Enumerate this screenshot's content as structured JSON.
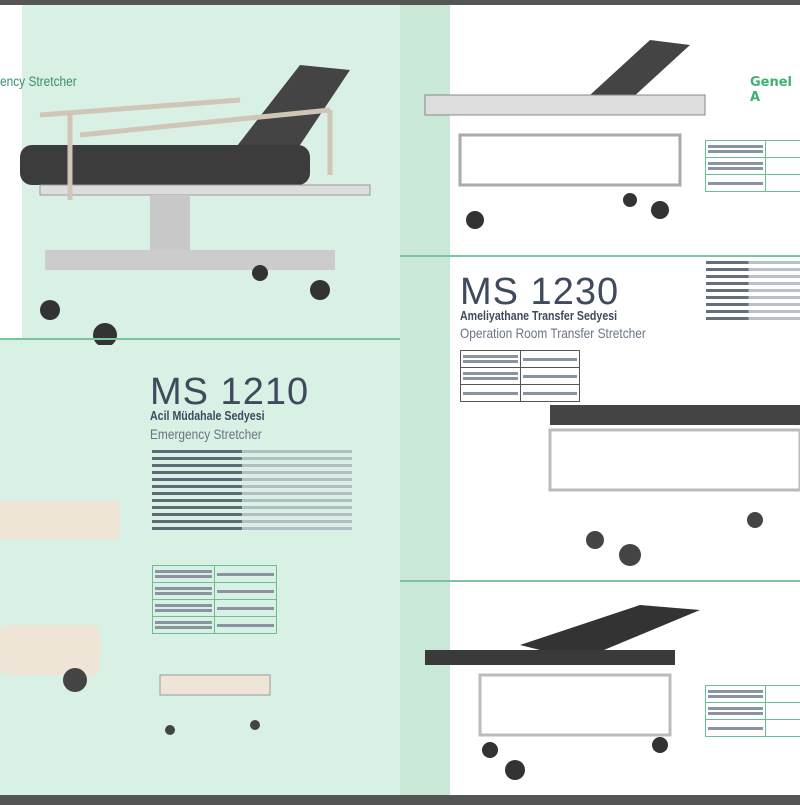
{
  "left_page": {
    "header_fragment": "ency Stretcher",
    "product": {
      "model": "MS 1210",
      "name_tr": "Acil Müdahale Sedyesi",
      "name_en": "Emergency Stretcher"
    }
  },
  "right_page": {
    "header_fragment": "Genel A",
    "product": {
      "model": "MS 1230",
      "name_tr": "Ameliyathane Transfer Sedyesi",
      "name_en": "Operation Room Transfer Stretcher"
    }
  },
  "colors": {
    "accent": "#3bb36e",
    "mint": "#d9f0e4",
    "title": "#3f4a5c"
  }
}
